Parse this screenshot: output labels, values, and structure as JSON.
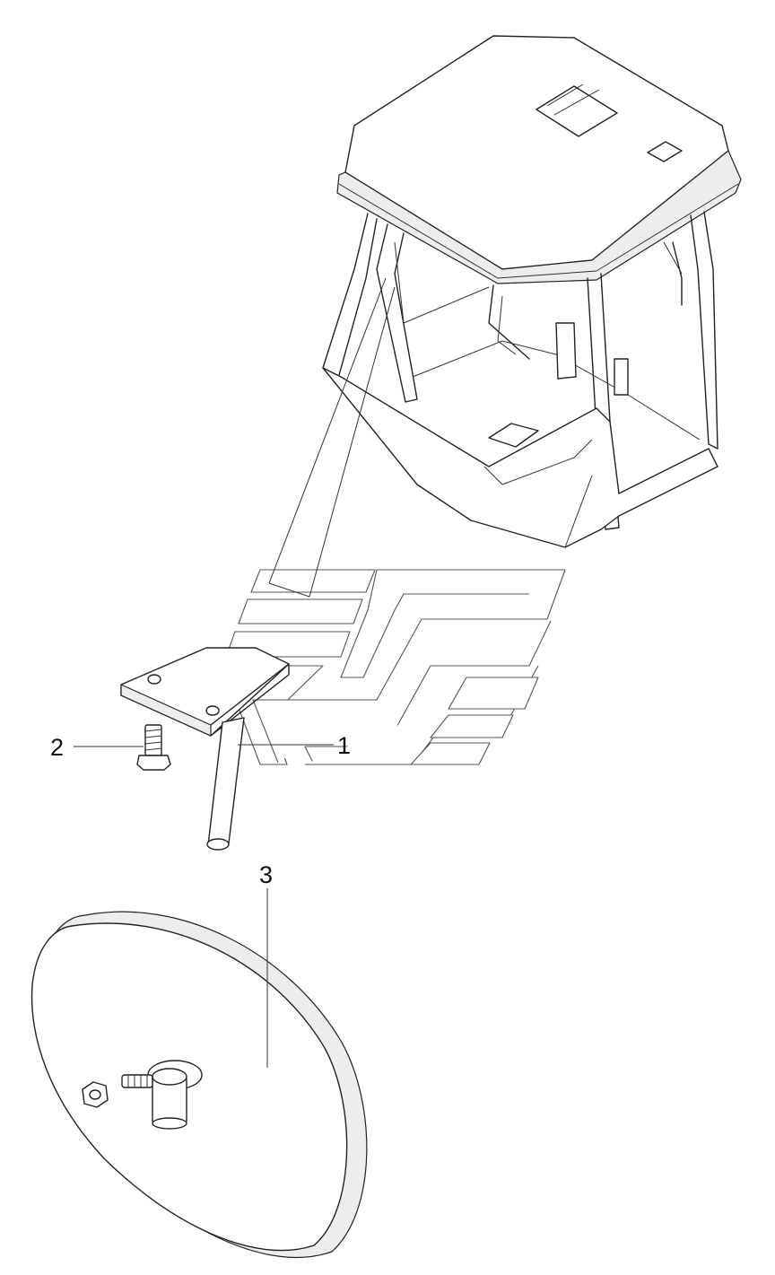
{
  "diagram": {
    "callouts": [
      {
        "id": "1",
        "label": "1"
      },
      {
        "id": "2",
        "label": "2"
      },
      {
        "id": "3",
        "label": "3"
      }
    ],
    "parts": [
      {
        "id": "cab",
        "icon": "operator-cab-icon"
      },
      {
        "id": "bracket-arm",
        "icon": "mirror-bracket-icon"
      },
      {
        "id": "bolt",
        "icon": "bolt-icon"
      },
      {
        "id": "mirror",
        "icon": "rearview-mirror-icon"
      }
    ],
    "colors": {
      "line": "#222222",
      "background": "#ffffff",
      "watermark": "#555555"
    }
  }
}
